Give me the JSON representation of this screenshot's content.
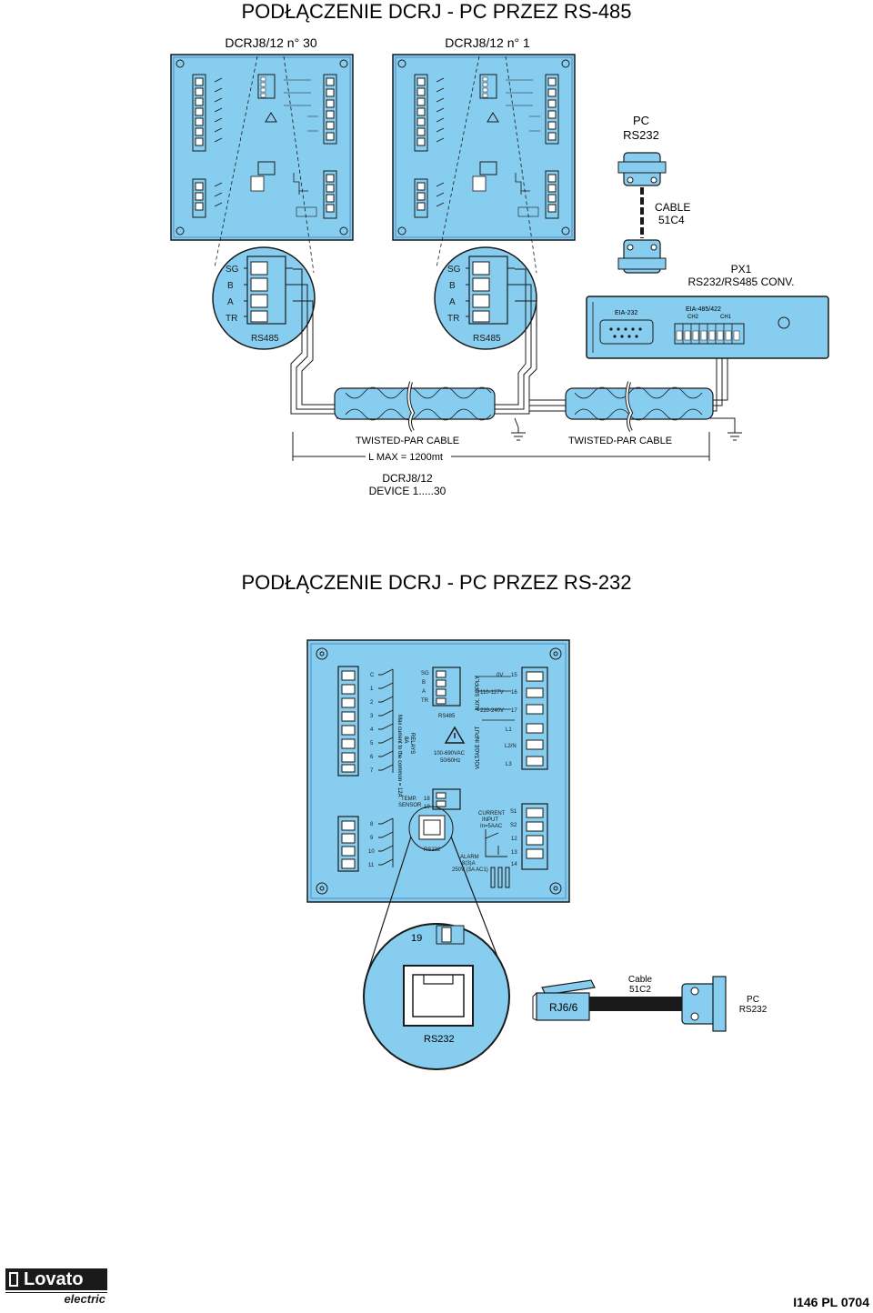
{
  "titles": {
    "rs485": "PODŁĄCZENIE DCRJ - PC PRZEZ RS-485",
    "rs232": "PODŁĄCZENIE DCRJ - PC PRZEZ RS-232"
  },
  "rs485": {
    "device_left": "DCRJ8/12 n° 30",
    "device_right": "DCRJ8/12 n° 1",
    "pc_label": [
      "PC",
      "RS232"
    ],
    "cable_label": [
      "CABLE",
      "51C4"
    ],
    "converter_label": [
      "PX1",
      "RS232/RS485 CONV."
    ],
    "conv_port_left": "EIA-232",
    "conv_port_right": "EIA-485/422",
    "conv_ch2": "CH2",
    "conv_ch1": "CH1",
    "rs485_pins": [
      "SG",
      "B",
      "A",
      "TR"
    ],
    "rs485_name": "RS485",
    "cable_left": "TWISTED-PAR CABLE",
    "cable_right": "TWISTED-PAR CABLE",
    "lmax": "L MAX = 1200mt",
    "device_range": [
      "DCRJ8/12",
      "DEVICE 1.....30"
    ]
  },
  "rs232": {
    "port_number": "19",
    "port_name": "RS232",
    "plug": "RJ6/6",
    "cable_label": [
      "Cable",
      "51C2"
    ],
    "pc_label": [
      "PC",
      "RS232"
    ]
  },
  "panel": {
    "rs485_pins": [
      "SG",
      "B",
      "A",
      "TR"
    ],
    "rs485": "RS485",
    "aux_supply": "AUX. SUPPLY",
    "voltage_input": "VOLTAGE INPUT",
    "relays": [
      "RELAYS",
      "8A",
      "Max current to the common = 12A"
    ],
    "voltage_rating": [
      "100-690VAC",
      "50/60Hz"
    ],
    "temp_sensor": [
      "TEMP.",
      "SENSOR"
    ],
    "rs232": "RS232",
    "current_input": [
      "CURRENT",
      "INPUT",
      "In=5AAC"
    ],
    "alarm": [
      "ALARM",
      "8(3)A",
      "250V (3A AC1)"
    ],
    "supply_taps": [
      "0V",
      "110-127V",
      "220-240V"
    ],
    "supply_nums": [
      "15",
      "16",
      "17"
    ],
    "phase_labels": [
      "L1",
      "L2/N",
      "L3"
    ],
    "ct_labels": [
      "S1",
      "S2"
    ],
    "alarm_nums": [
      "12",
      "13",
      "14"
    ],
    "relay_nums": [
      "C",
      "1",
      "2",
      "3",
      "4",
      "5",
      "6",
      "7"
    ],
    "relay_nums_low": [
      "8",
      "9",
      "10",
      "11"
    ],
    "temp_nums": [
      "18",
      "19"
    ]
  },
  "footer": {
    "brand": "Lovato",
    "brand_sub": "electric",
    "code": "I146 PL 0704"
  },
  "colors": {
    "panel": "#87cdef",
    "panel_dark": "#5aaad6",
    "line": "#1a1a1a",
    "cable_fill": "#87cdef"
  }
}
